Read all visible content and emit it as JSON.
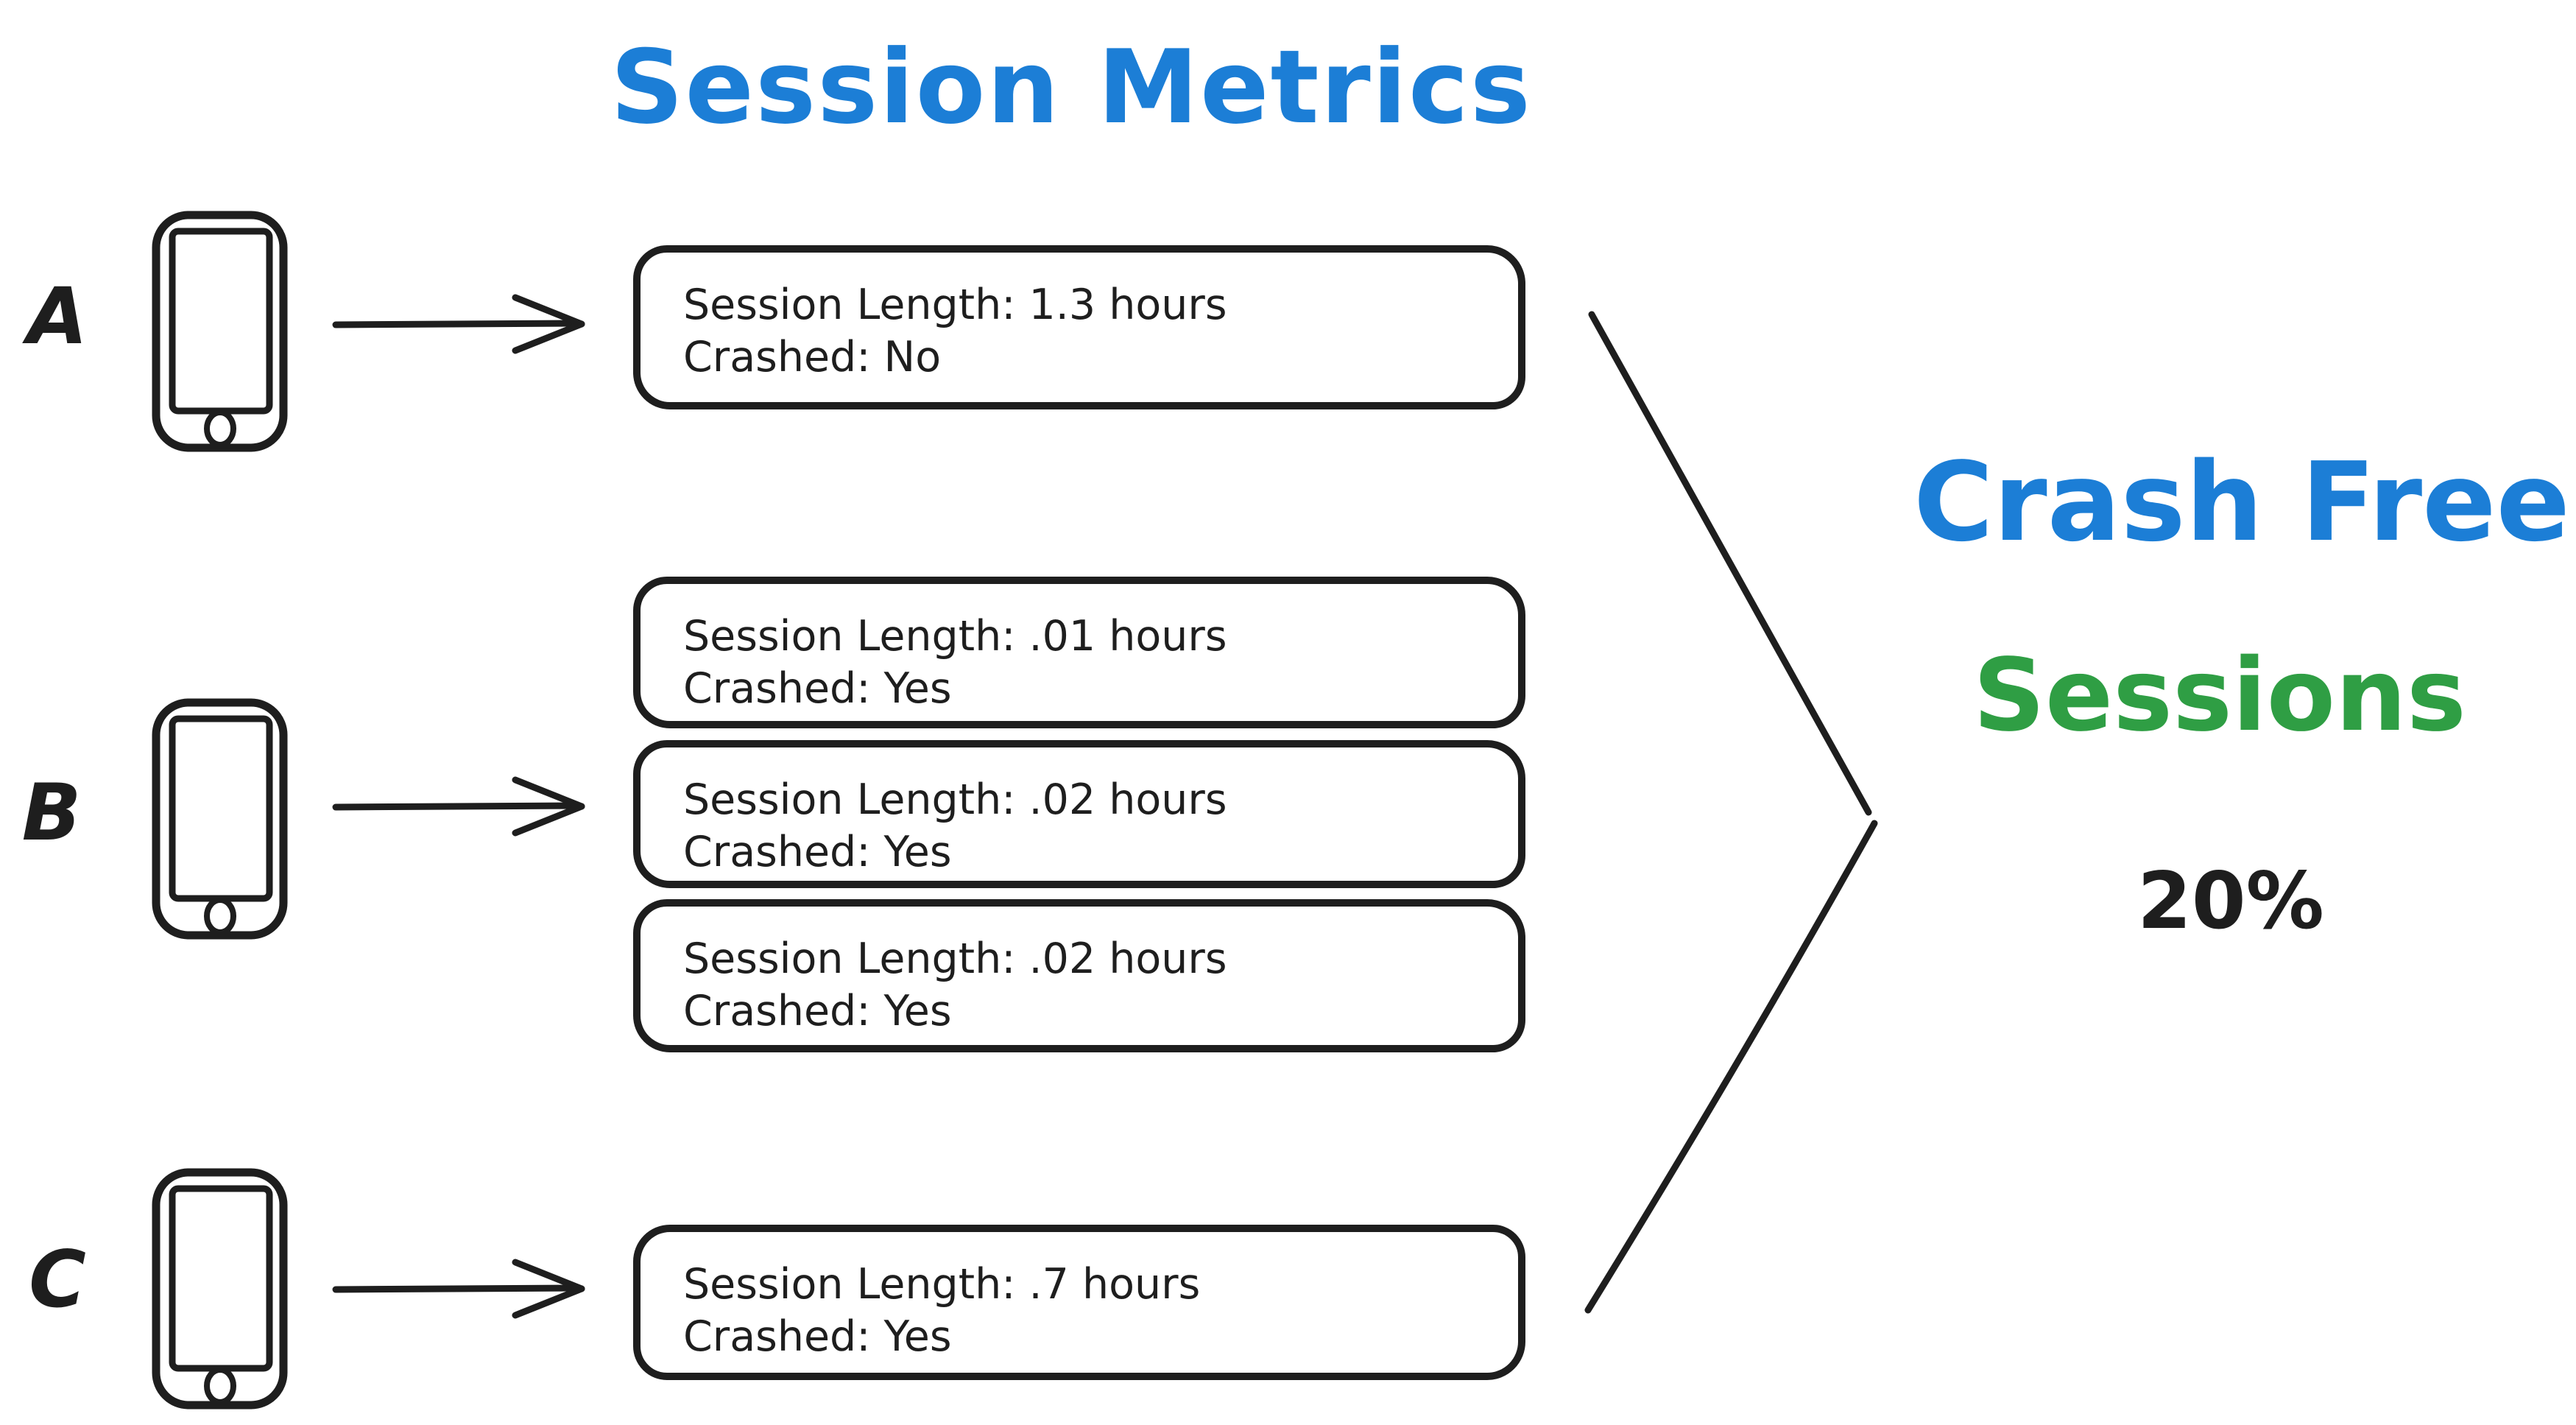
{
  "colors": {
    "blue": "#1c7ed6",
    "green": "#2f9e44",
    "ink": "#1e1e1e",
    "bg": "#ffffff"
  },
  "title": "Session Metrics",
  "devices": [
    {
      "label": "A"
    },
    {
      "label": "B"
    },
    {
      "label": "C"
    }
  ],
  "session_boxes": [
    {
      "device": "A",
      "session_length": "Session Length: 1.3 hours",
      "crashed": "Crashed: No"
    },
    {
      "device": "B",
      "session_length": "Session Length: .01 hours",
      "crashed": "Crashed: Yes"
    },
    {
      "device": "B",
      "session_length": "Session Length: .02 hours",
      "crashed": "Crashed: Yes"
    },
    {
      "device": "B",
      "session_length": "Session Length: .02 hours",
      "crashed": "Crashed: Yes"
    },
    {
      "device": "C",
      "session_length": "Session Length: .7 hours",
      "crashed": "Crashed: Yes"
    }
  ],
  "result": {
    "line1": "Crash Free",
    "line2": "Sessions",
    "value": "20%"
  }
}
